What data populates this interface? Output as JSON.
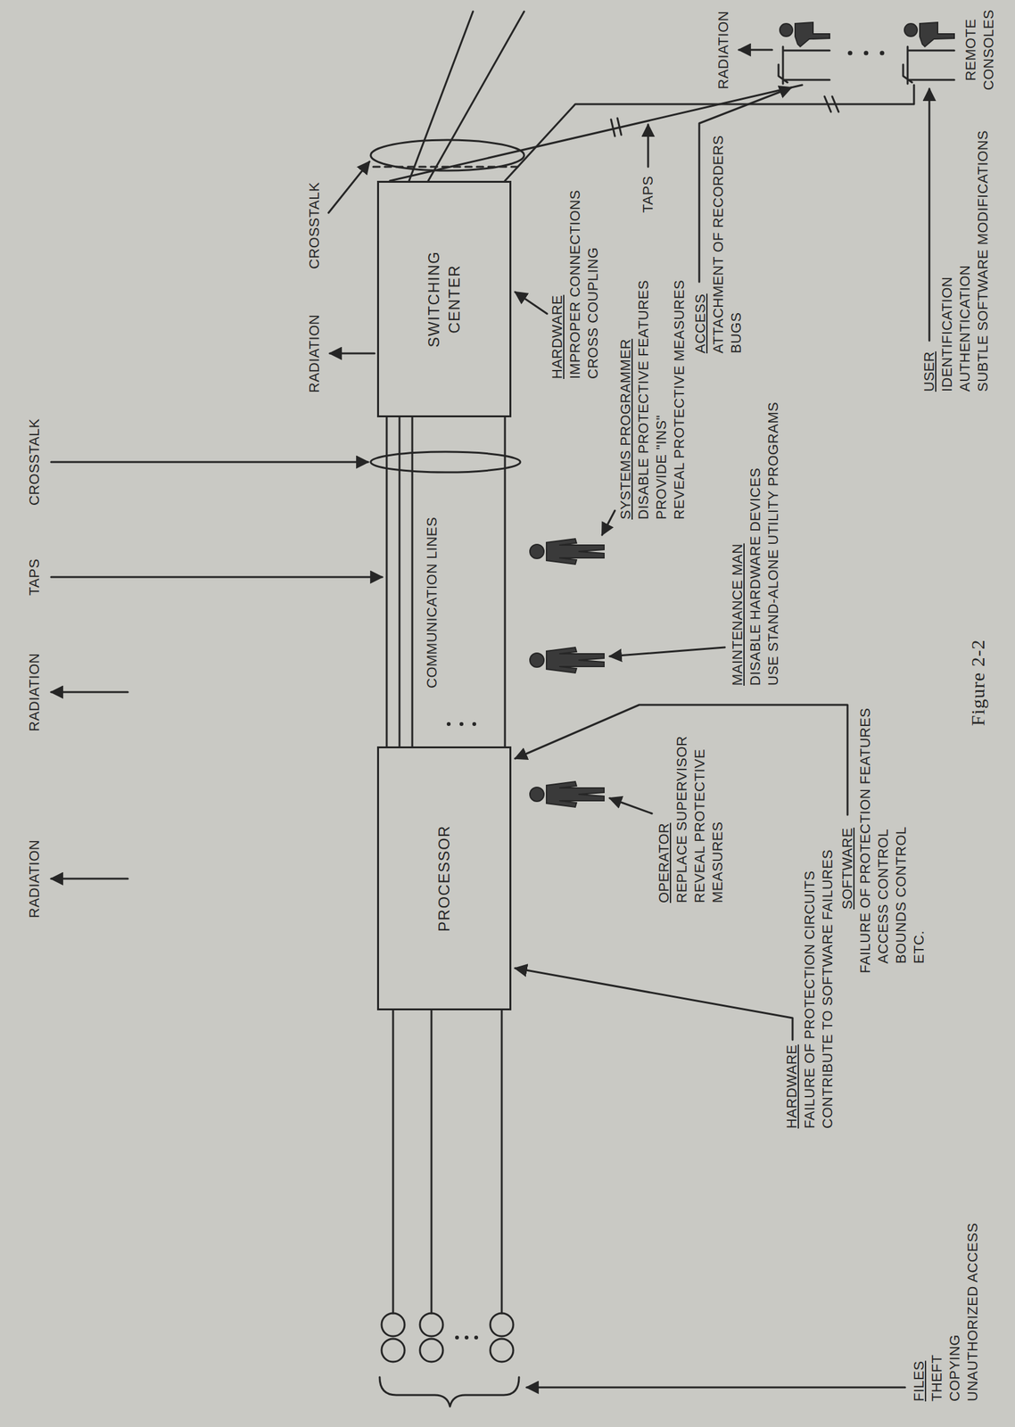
{
  "diagram": {
    "caption": "Figure 2-2",
    "nodes": [
      {
        "text": [
          "PROCESSOR"
        ]
      },
      {
        "text": [
          "SWITCHING CENTER"
        ]
      }
    ],
    "edges": [
      {
        "from": 0,
        "to": 1,
        "arrow": "none"
      },
      {
        "from": 0,
        "to": 1,
        "arrow": "none"
      },
      {
        "from": 0,
        "to": 1,
        "arrow": "none"
      },
      {
        "from": 0,
        "to": 1,
        "arrow": "none"
      }
    ],
    "labels": [
      "RADIATION",
      "RADIATION",
      "TAPS",
      "CROSSTALK",
      "RADIATION",
      "CROSSTALK",
      "COMMUNICATION LINES",
      "RADIATION",
      "TAPS",
      "REMOTE CONSOLES",
      "OPERATOR",
      "REPLACE SUPERVISOR",
      "REVEAL PROTECTIVE MEASURES",
      "MAINTENANCE MAN",
      "DISABLE HARDWARE DEVICES",
      "USE STAND-ALONE UTILITY PROGRAMS",
      "SYSTEMS PROGRAMMER",
      "DISABLE PROTECTIVE FEATURES",
      "PROVIDE \"INS\"",
      "REVEAL PROTECTIVE MEASURES",
      "HARDWARE",
      "IMPROPER CONNECTIONS",
      "CROSS COUPLING",
      "ACCESS",
      "ATTACHMENT OF RECORDERS",
      "BUGS",
      "USER",
      "IDENTIFICATION",
      "AUTHENTICATION",
      "SUBTLE SOFTWARE MODIFICATIONS",
      "FILES",
      "THEFT",
      "COPYING",
      "UNAUTHORIZED ACCESS",
      "HARDWARE",
      "FAILURE OF PROTECTION CIRCUITS",
      "CONTRIBUTE TO SOFTWARE FAILURES",
      "SOFTWARE",
      "FAILURE OF PROTECTION FEATURES",
      "ACCESS CONTROL",
      "BOUNDS CONTROL",
      "ETC."
    ]
  }
}
